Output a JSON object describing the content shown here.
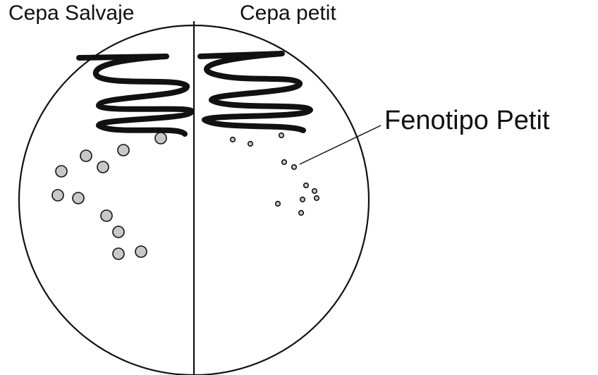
{
  "labels": {
    "left_strain": "Cepa Salvaje",
    "right_strain": "Cepa petit",
    "phenotype": "Fenotipo Petit"
  },
  "colors": {
    "stroke": "#111111",
    "colony_fill": "#c8c8c8",
    "background": "#ffffff"
  }
}
